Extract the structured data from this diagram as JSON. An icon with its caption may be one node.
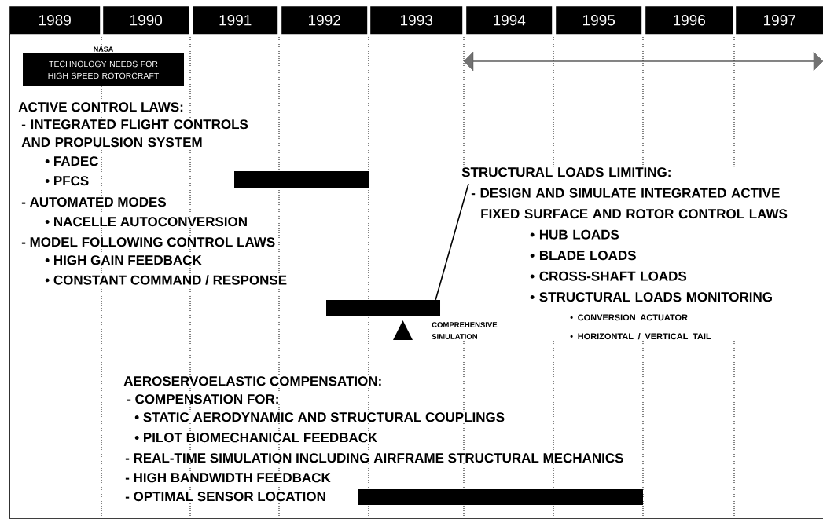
{
  "diagram": {
    "nodes": [
      {
        "text": [
          "1989"
        ]
      },
      {
        "text": [
          "1990"
        ]
      },
      {
        "text": [
          "1991"
        ]
      },
      {
        "text": [
          "1992"
        ]
      },
      {
        "text": [
          "1993"
        ]
      },
      {
        "text": [
          "1994"
        ]
      },
      {
        "text": [
          "1995"
        ]
      },
      {
        "text": [
          "1996"
        ]
      },
      {
        "text": [
          "1997"
        ]
      },
      {
        "text": [
          "NASA",
          "TECHNOLOGY NEEDS FOR HIGH SPEED ROTORCRAFT"
        ]
      },
      {
        "text": [],
        "shape": "bar"
      },
      {
        "text": [
          "STRUCTURAL LOADS LIMITING:",
          "- DESIGN AND SIMULATE INTEGRATED ACTIVE FIXED SURFACE AND ROTOR CONTROL LAWS",
          "• HUB LOADS",
          "• BLADE LOADS",
          "• CROSS-SHAFT LOADS",
          "• STRUCTURAL LOADS MONITORING",
          "• CONVERSION ACTUATOR",
          "• HORIZONTAL / VERTICAL TAIL"
        ]
      },
      {
        "text": [],
        "shape": "bar"
      },
      {
        "text": [],
        "shape": "bar"
      }
    ],
    "edges": [
      {
        "from": 12,
        "to": 11,
        "arrow": "none"
      }
    ],
    "labels": [
      "ACTIVE CONTROL LAWS:",
      "- INTEGRATED FLIGHT CONTROLS AND PROPULSION SYSTEM",
      "• FADEC",
      "• PFCS",
      "- AUTOMATED MODES",
      "• NACELLE AUTOCONVERSION",
      "- MODEL FOLLOWING CONTROL LAWS",
      "• HIGH GAIN FEEDBACK",
      "• CONSTANT COMMAND / RESPONSE",
      "COMPREHENSIVE SIMULATION",
      "AEROSERVOELASTIC COMPENSATION:",
      "- COMPENSATION FOR:",
      "• STATIC AERODYNAMIC AND STRUCTURAL COUPLINGS",
      "• PILOT BIOMECHANICAL FEEDBACK",
      "- REAL-TIME SIMULATION INCLUDING AIRFRAME STRUCTURAL MECHANICS",
      "- HIGH BANDWIDTH FEEDBACK",
      "- OPTIMAL SENSOR LOCATION"
    ]
  }
}
